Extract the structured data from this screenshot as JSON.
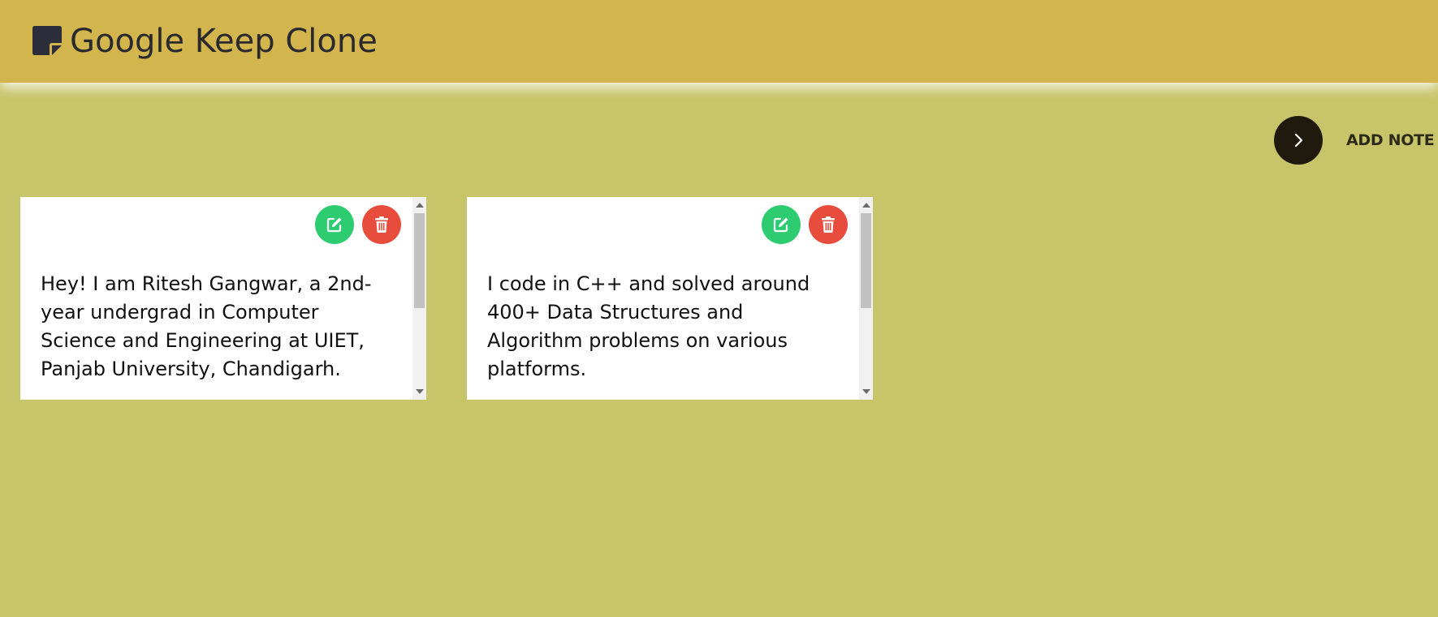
{
  "header": {
    "title": "Google Keep Clone",
    "logo_icon": "sticky-note-icon"
  },
  "toolbar": {
    "add_label": "ADD NOTE",
    "add_icon": "chevron-right-icon"
  },
  "notes": [
    {
      "text": "Hey! I am Ritesh Gangwar, a 2nd-year undergrad in Computer Science and Engineering at UIET, Panjab University, Chandigarh.",
      "edit_icon": "edit-icon",
      "delete_icon": "trash-icon"
    },
    {
      "text": "I code in C++ and solved around 400+ Data Structures and Algorithm problems on various platforms.",
      "edit_icon": "edit-icon",
      "delete_icon": "trash-icon"
    }
  ],
  "colors": {
    "background": "#c8c46a",
    "header": "#d3b54d",
    "add_button": "#1f1a0d",
    "edit": "#2ecc71",
    "delete": "#e74c3c"
  }
}
